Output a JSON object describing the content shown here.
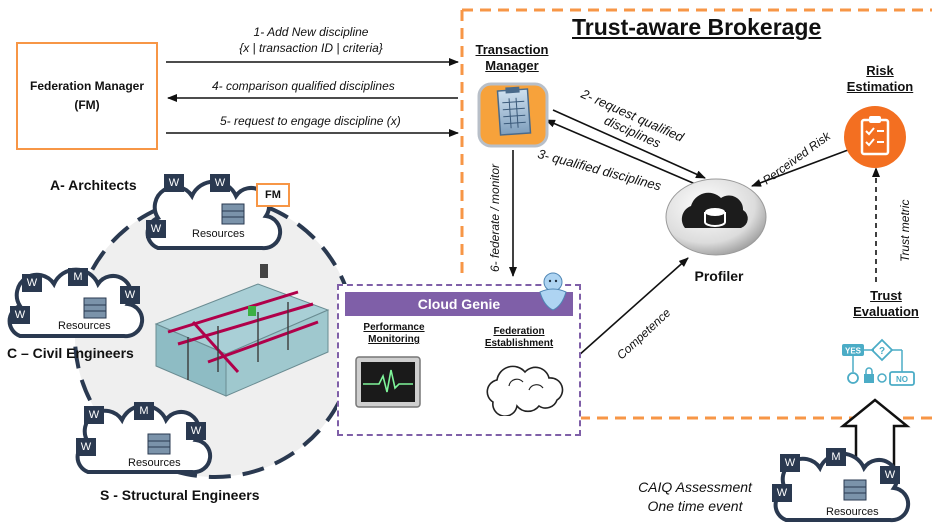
{
  "title": "Trust-aware Brokerage",
  "federation_manager": {
    "line1": "Federation Manager",
    "line2": "(FM)"
  },
  "arrows": {
    "step1_line1": "1- Add New discipline",
    "step1_line2": "{x | transaction ID | criteria}",
    "step4": "4- comparison qualified disciplines",
    "step5": "5- request to engage discipline (x)",
    "step2_line1": "2- request qualified",
    "step2_line2": "disciplines",
    "step3": "3- qualified disciplines",
    "step6": "6- federate / monitor",
    "perceived_risk": "Perceived Risk",
    "trust_metric": "Trust metric",
    "competence": "Competence"
  },
  "components": {
    "transaction_manager_line1": "Transaction",
    "transaction_manager_line2": "Manager",
    "risk_estimation_line1": "Risk",
    "risk_estimation_line2": "Estimation",
    "profiler": "Profiler",
    "trust_evaluation_line1": "Trust",
    "trust_evaluation_line2": "Evaluation"
  },
  "cloud_genie": {
    "title": "Cloud Genie",
    "performance_line1": "Performance",
    "performance_line2": "Monitoring",
    "federation_line1": "Federation",
    "federation_line2": "Establishment"
  },
  "disciplines": {
    "architects": "A- Architects",
    "civil": "C – Civil Engineers",
    "structural": "S - Structural Engineers"
  },
  "cloud_labels": {
    "resources": "Resources",
    "w": "W",
    "m": "M",
    "fm": "FM"
  },
  "flowchart": {
    "yes": "YES",
    "no": "NO",
    "q": "?"
  },
  "caiq": {
    "line1": "CAIQ Assessment",
    "line2": "One time event"
  },
  "colors": {
    "orange": "#F79646",
    "purple": "#7F5FA8",
    "navy": "#2A3950",
    "teal": "#4BACC6",
    "risk_orange": "#F36F21"
  }
}
